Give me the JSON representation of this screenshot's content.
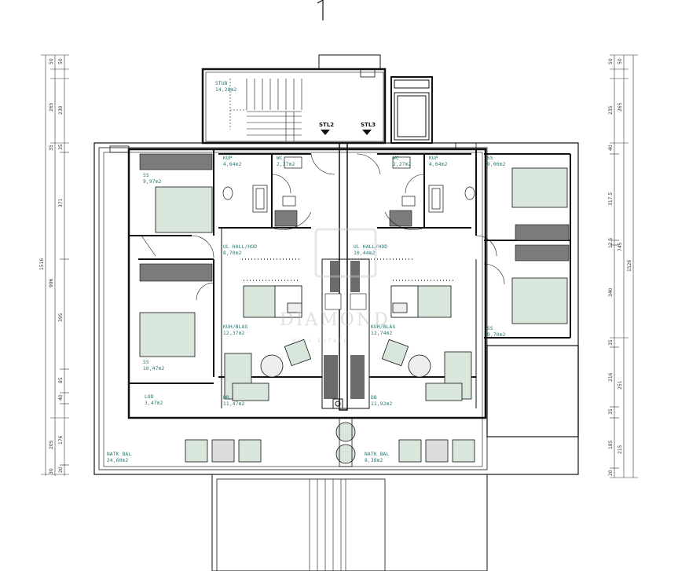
{
  "rooms": {
    "stub": {
      "name": "STUB",
      "area": "14,28m2"
    },
    "left_ss_top": {
      "name": "SS",
      "area": "9,97m2"
    },
    "left_kup": {
      "name": "KUP",
      "area": "4,64m2"
    },
    "left_wc": {
      "name": "WC",
      "area": "2,27m2"
    },
    "left_hall": {
      "name": "UL HALL/HOD",
      "area": "8,70m2"
    },
    "left_kuh": {
      "name": "KUH/BLAG",
      "area": "12,37m2"
    },
    "left_ss_bottom": {
      "name": "SS",
      "area": "10,47m2"
    },
    "left_lod": {
      "name": "LOD",
      "area": "3,47m2"
    },
    "left_db": {
      "name": "DB",
      "area": "11,47m2"
    },
    "left_natk": {
      "name": "NATK BAL",
      "area": "24,60m2"
    },
    "right_wc": {
      "name": "WC",
      "area": "2,27m2"
    },
    "right_kup": {
      "name": "KUP",
      "area": "4,64m2"
    },
    "right_ss_top": {
      "name": "SS",
      "area": "9,00m2"
    },
    "right_hall": {
      "name": "UL HALL/HOD",
      "area": "10,44m2"
    },
    "right_kuh": {
      "name": "KUH/BLAG",
      "area": "12,74m2"
    },
    "right_ss_bottom": {
      "name": "SS",
      "area": "9,70m2"
    },
    "right_db": {
      "name": "DB",
      "area": "11,92m2"
    },
    "right_natk": {
      "name": "NATK BAL",
      "area": "8,38m2"
    }
  },
  "stairs": {
    "left": "STL2",
    "right": "STL3"
  },
  "dimensions": {
    "left_outer": [
      "50",
      "50",
      "265",
      "35",
      "",
      "",
      "205",
      "30"
    ],
    "left_inner": [
      "230",
      "35",
      "371",
      "395",
      "85",
      "40",
      "176",
      "20"
    ],
    "left_total": "1516",
    "left_sub": "996",
    "right_outer": [
      "50",
      "50",
      "265",
      "35",
      "",
      "",
      "216",
      "215"
    ],
    "right_inner": [
      "235",
      "40",
      "317.5",
      "12.5",
      "340",
      "35",
      "185",
      "20"
    ],
    "right_total": "1526",
    "right_sub": "745",
    "right_mid": "251"
  },
  "watermark": {
    "line1": "DIAMOND",
    "line2": "REAL ESTATE"
  },
  "colors": {
    "wall": "#111111",
    "furniture": "#d9e6dc",
    "counter": "#8a8a8a",
    "room_label": "#2f6f6a"
  }
}
